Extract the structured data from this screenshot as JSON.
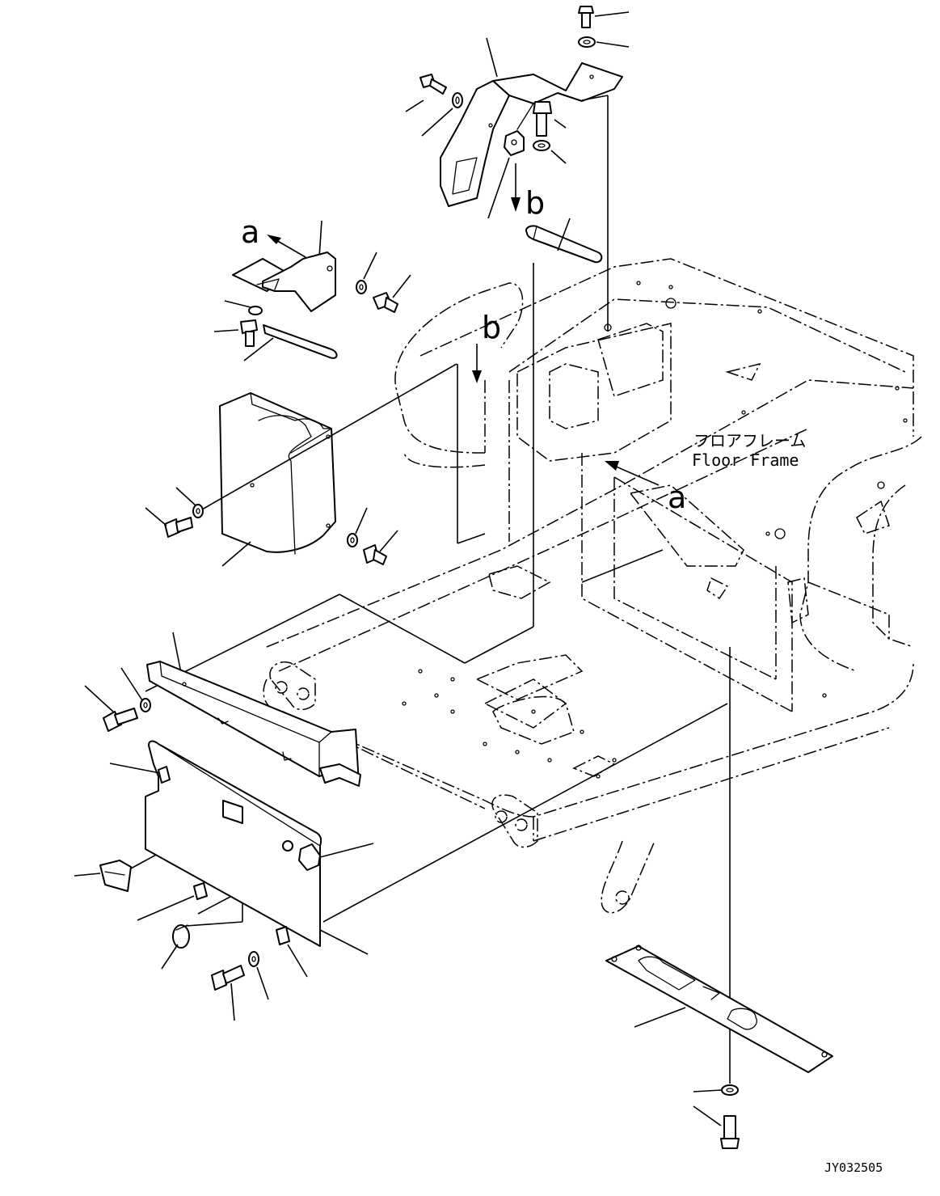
{
  "labels": {
    "floor_frame_jp": "フロアフレーム",
    "floor_frame_en": "Floor Frame",
    "ref_a": "a",
    "ref_b": "b",
    "drawing_id": "JY032505"
  }
}
